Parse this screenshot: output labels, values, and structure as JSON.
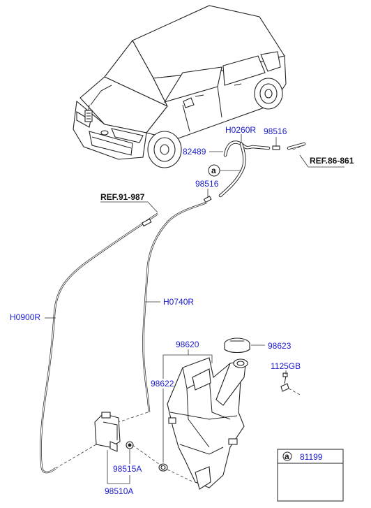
{
  "labels": {
    "h0260r": "H0260R",
    "p98516_top": "98516",
    "p82489": "82489",
    "ref_86_861": "REF.86-861",
    "callout_a": "a",
    "p98516_mid": "98516",
    "ref_91_987": "REF.91-987",
    "h0740r": "H0740R",
    "h0900r": "H0900R",
    "p98620": "98620",
    "p98623": "98623",
    "p1125gb": "1125GB",
    "p98622": "98622",
    "p98515a": "98515A",
    "p98510a": "98510A",
    "legend_a": "a",
    "p81199": "81199"
  },
  "colors": {
    "part_number": "#1a1ad0",
    "reference": "#111111",
    "line": "#222222"
  }
}
